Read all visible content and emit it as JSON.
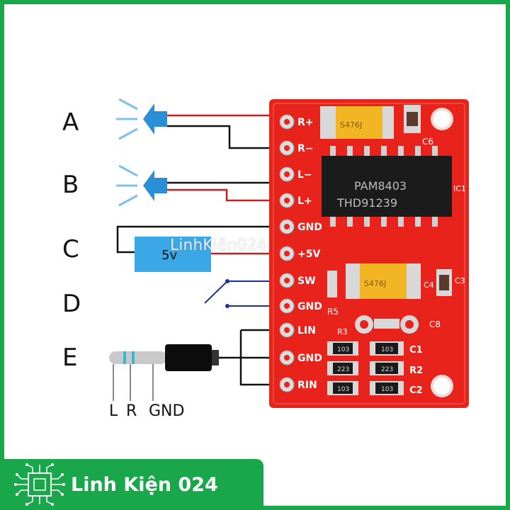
{
  "rows": [
    {
      "letter": "A"
    },
    {
      "letter": "B"
    },
    {
      "letter": "C",
      "battery_label": "5v"
    },
    {
      "letter": "D"
    },
    {
      "letter": "E"
    }
  ],
  "jack_labels": {
    "l": "L",
    "r": "R",
    "gnd": "GND"
  },
  "board": {
    "pins": [
      "R+",
      "R−",
      "L−",
      "L+",
      "GND",
      "+5V",
      "SW",
      "GND",
      "LIN",
      "GND",
      "RIN"
    ],
    "chip_line1": "PAM8403",
    "chip_line2": "THD91239",
    "chip_ref": "IC1",
    "cap_top_label": "C6",
    "cap_mid_label": "C3",
    "cap_mid_left_label": "C4",
    "cap_lower_label": "C8",
    "res_label_r5": "R5",
    "res_label_r3": "R3",
    "res_label_r2": "R2",
    "res_label_c1": "C1",
    "res_label_c2": "C2",
    "smd_codes": [
      "103",
      "103",
      "223",
      "223",
      "103",
      "103"
    ],
    "tantalum_code": "S476J",
    "tantalum_code2": "S476J"
  },
  "watermark": "LinhKiện024",
  "footer": {
    "brand": "Linh Kiện 024"
  },
  "colors": {
    "board": "#e8231c",
    "wire_red": "#c81e1e",
    "wire_blue": "#1c2f9a",
    "speaker": "#2b8fd8",
    "battery": "#3aa7e6",
    "brand_green": "#1aa64a"
  }
}
